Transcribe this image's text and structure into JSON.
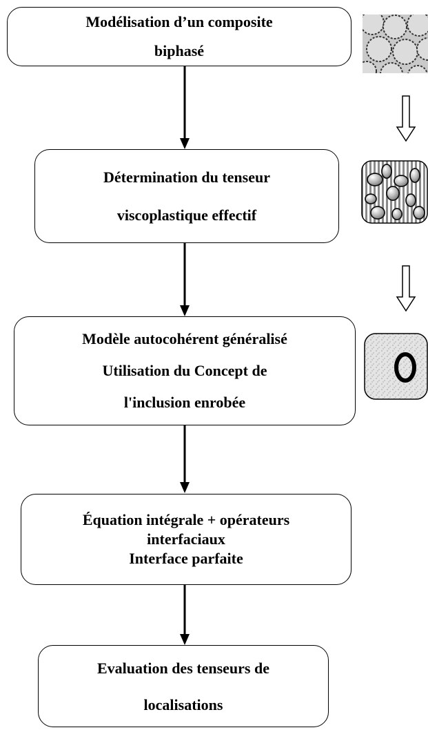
{
  "flow_steps": [
    {
      "lines": [
        "Modélisation d’un composite",
        "biphasé"
      ]
    },
    {
      "lines": [
        "Détermination du tenseur",
        "viscoplastique effectif"
      ]
    },
    {
      "lines": [
        "Modèle autocohérent généralisé",
        "Utilisation du Concept de",
        "l'inclusion enrobée"
      ]
    },
    {
      "lines": [
        "Équation intégrale + opérateurs",
        "interfaciaux",
        "Interface  parfaite"
      ]
    },
    {
      "lines": [
        "Evaluation des tenseurs de",
        "localisations"
      ]
    }
  ],
  "colors": {
    "stroke": "#000000",
    "thumb_gray": "#bdbdbd",
    "thumb_light": "#e6e6e6"
  }
}
